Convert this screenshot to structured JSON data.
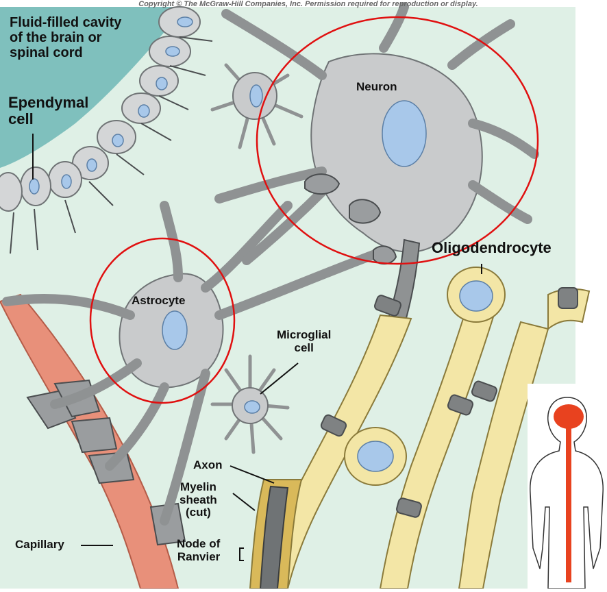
{
  "header": {
    "copyright": "Copyright © The McGraw-Hill Companies, Inc. Permission required for reproduction or display."
  },
  "labels": {
    "fluid_cavity_1": "Fluid-filled cavity",
    "fluid_cavity_2": "of the brain or",
    "fluid_cavity_3": "spinal cord",
    "ependymal_1": "Ependymal",
    "ependymal_2": "cell",
    "neuron": "Neuron",
    "oligodendrocyte": "Oligodendrocyte",
    "astrocyte": "Astrocyte",
    "microglial_1": "Microglial",
    "microglial_2": "cell",
    "axon": "Axon",
    "myelin_1": "Myelin",
    "myelin_2": "sheath",
    "myelin_3": "(cut)",
    "capillary": "Capillary",
    "node_1": "Node of",
    "node_2": "Ranvier"
  },
  "colors": {
    "background": "#dff0e6",
    "cavity": "#7fc0bd",
    "cell_body": "#c9cbcc",
    "cell_outline": "#6f7375",
    "nucleus": "#a8c8ea",
    "myelin": "#f3e6a6",
    "capillary": "#e8907a",
    "highlight_circle": "#e01010",
    "silhouette_spine": "#e8421f"
  }
}
